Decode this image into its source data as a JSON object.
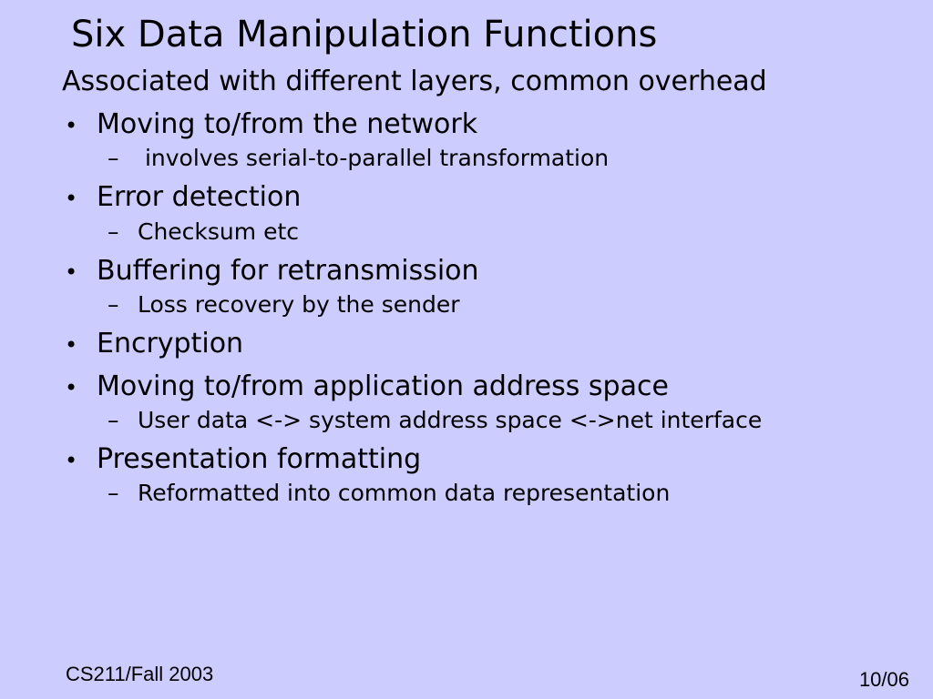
{
  "slide": {
    "title": "Six Data Manipulation Functions",
    "intro": "Associated with different layers, common overhead",
    "bullet_glyph": "•",
    "dash_glyph": "–",
    "items": [
      {
        "text": "Moving to/from the network",
        "subs": [
          " involves serial-to-parallel transformation"
        ]
      },
      {
        "text": "Error detection",
        "subs": [
          "Checksum etc"
        ]
      },
      {
        "text": "Buffering for retransmission",
        "subs": [
          "Loss recovery by the sender"
        ]
      },
      {
        "text": "Encryption",
        "subs": []
      },
      {
        "text": "Moving to/from application address space",
        "subs": [
          "User data <-> system address space <->net interface"
        ]
      },
      {
        "text": "Presentation formatting",
        "subs": [
          "Reformatted into common data representation"
        ]
      }
    ]
  },
  "footer": {
    "left": "CS211/Fall 2003",
    "right": "10/06"
  }
}
